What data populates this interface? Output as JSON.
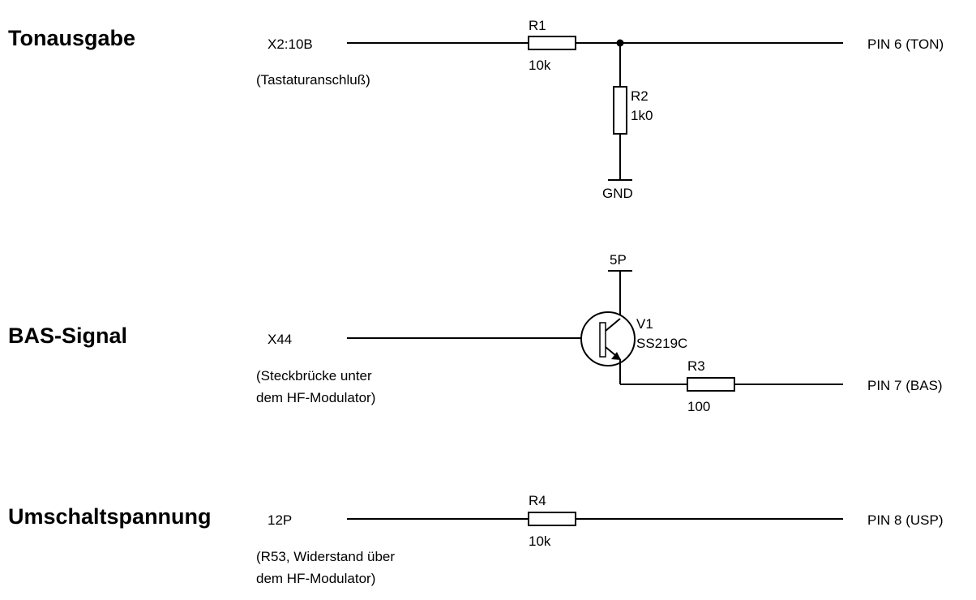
{
  "sections": {
    "ton": {
      "title": "Tonausgabe",
      "input_label": "X2:10B",
      "input_note": "(Tastaturanschluß)",
      "r1_name": "R1",
      "r1_value": "10k",
      "r2_name": "R2",
      "r2_value": "1k0",
      "gnd_label": "GND",
      "output_label": "PIN 6 (TON)"
    },
    "bas": {
      "title": "BAS-Signal",
      "input_label": "X44",
      "input_note_line1": "(Steckbrücke unter",
      "input_note_line2": "dem HF-Modulator)",
      "supply_label": "5P",
      "transistor_name": "V1",
      "transistor_type": "SS219C",
      "r3_name": "R3",
      "r3_value": "100",
      "output_label": "PIN 7 (BAS)"
    },
    "usp": {
      "title": "Umschaltspannung",
      "input_label": "12P",
      "input_note_line1": "(R53, Widerstand über",
      "input_note_line2": "dem HF-Modulator)",
      "r4_name": "R4",
      "r4_value": "10k",
      "output_label": "PIN 8 (USP)"
    }
  }
}
